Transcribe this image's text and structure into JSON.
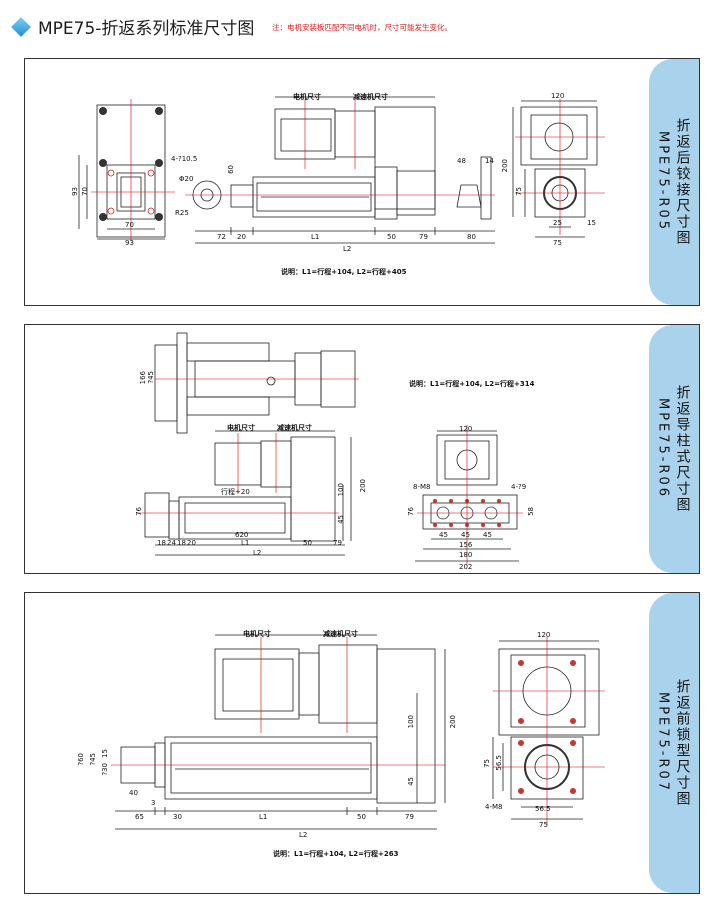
{
  "header": {
    "title": "MPE75-折返系列标准尺寸图",
    "note": "注：电机安装板匹配不同电机时，尺寸可能发生变化。"
  },
  "panels": [
    {
      "tab_name": "折返后铰接尺寸图",
      "tab_code": "MPE75-R05",
      "labels": {
        "motor": "电机尺寸",
        "reducer": "减速机尺寸",
        "d72": "72",
        "d20": "20",
        "l1": "L1",
        "d50": "50",
        "d79": "79",
        "d80": "80",
        "l2": "L2",
        "d48": "48",
        "d14": "14",
        "d200": "200",
        "d60": "60",
        "phi20": "Φ20",
        "r25": "R25",
        "d70": "70",
        "d93": "93",
        "d93v": "93",
        "d70v": "70",
        "d120": "120",
        "d25": "25",
        "d75": "75",
        "d75v": "75",
        "holes": "4-?10.5",
        "d15": "15"
      },
      "formula": "说明：L1=行程+104, L2=行程+405"
    },
    {
      "tab_name": "折返导柱式尺寸图",
      "tab_code": "MPE75-R06",
      "labels": {
        "motor": "电机尺寸",
        "reducer": "减速机尺寸",
        "d166": "166",
        "d145": "?45",
        "d18": "18",
        "d24": "24",
        "d18b": "18",
        "d20": "20",
        "l1": "L1",
        "d50": "50",
        "d79": "79",
        "l2": "L2",
        "d100": "100",
        "d200": "200",
        "d45": "45",
        "d76": "76",
        "d620": "620",
        "stroke": "行程+20",
        "d120": "120",
        "m8": "8-M8",
        "d4phi": "4-?9",
        "d45a": "45",
        "d45b": "45",
        "d45c": "45",
        "d156": "156",
        "d180": "180",
        "d202": "202",
        "d76v": "76",
        "d58": "58"
      },
      "formula": "说明：L1=行程+104, L2=行程+314"
    },
    {
      "tab_name": "折返前锁型尺寸图",
      "tab_code": "MPE75-R07",
      "labels": {
        "motor": "电机尺寸",
        "reducer": "减速机尺寸",
        "d60": "?60",
        "d45": "?45",
        "d30": "?30",
        "d15": "15",
        "d40": "40",
        "d3": "3",
        "d65": "65",
        "d30b": "30",
        "l1": "L1",
        "d50": "50",
        "d79": "79",
        "l2": "L2",
        "d100": "100",
        "d45v": "45",
        "d200": "200",
        "d120": "120",
        "d75v": "75",
        "d565v": "56.5",
        "m8": "4-M8",
        "d565": "56.5",
        "d75": "75"
      },
      "formula": "说明：L1=行程+104, L2=行程+263"
    }
  ]
}
